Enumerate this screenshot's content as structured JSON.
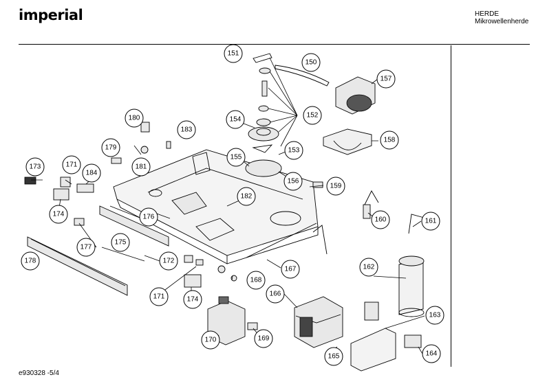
{
  "header": {
    "brand": "imperial",
    "line1": "HERDE",
    "line2": "Mikrowellenherde"
  },
  "footer": {
    "code": "e930328 -5/4"
  },
  "callouts": [
    "151",
    "150",
    "157",
    "152",
    "154",
    "180",
    "183",
    "153",
    "158",
    "179",
    "155",
    "173",
    "171",
    "184",
    "181",
    "156",
    "159",
    "182",
    "174",
    "176",
    "160",
    "161",
    "175",
    "177",
    "172",
    "178",
    "167",
    "162",
    "168",
    "166",
    "171",
    "174",
    "163",
    "170",
    "169",
    "165",
    "164"
  ]
}
